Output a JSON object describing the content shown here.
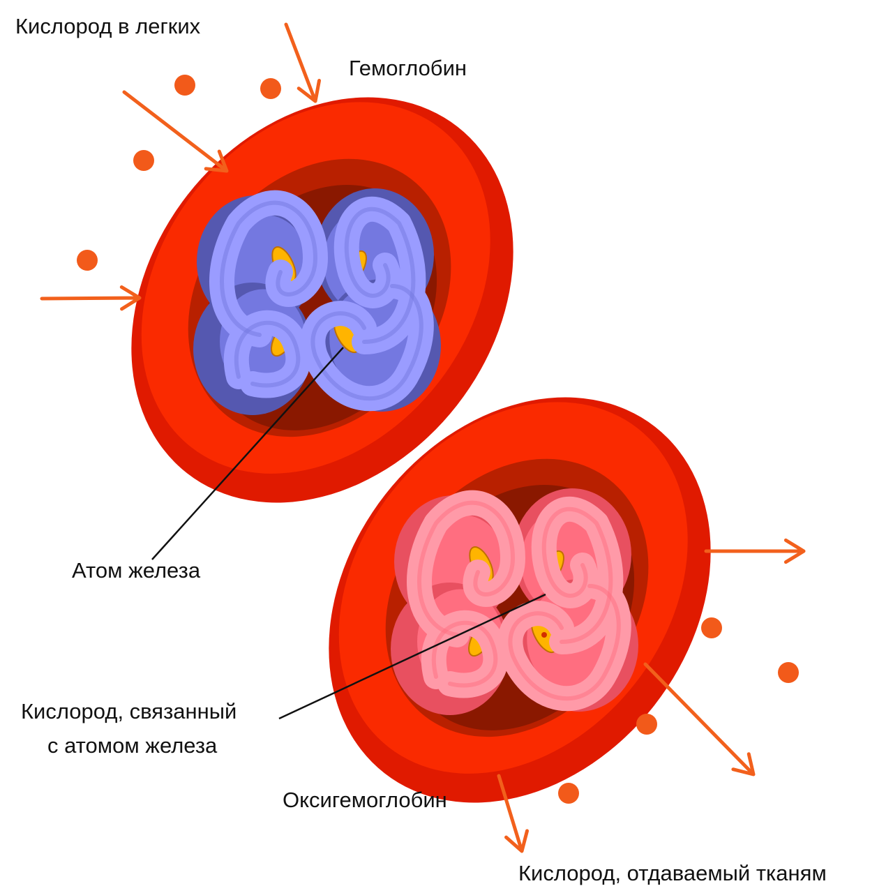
{
  "labels": {
    "oxygen_lungs": "Кислород в легких",
    "hemoglobin": "Гемоглобин",
    "iron_atom": "Атом железа",
    "bound_oxygen_line1": "Кислород, связанный",
    "bound_oxygen_line2": "с атомом железа",
    "oxyhemoglobin": "Оксигемоглобин",
    "oxygen_tissues": "Кислород, отдаваемый тканям"
  },
  "colors": {
    "cell_outer": "#e01a00",
    "cell_mid": "#fa2a00",
    "cell_inner": "#b82000",
    "cell_core": "#8a1800",
    "hemo_light": "#9a9cff",
    "hemo_mid": "#7478e0",
    "hemo_dark": "#5558b0",
    "oxy_light": "#ff9aa8",
    "oxy_mid": "#ff6e80",
    "oxy_dark": "#e85060",
    "heme": "#ffb400",
    "oxygen": "#f25a1a",
    "arrow": "#f2601c"
  }
}
